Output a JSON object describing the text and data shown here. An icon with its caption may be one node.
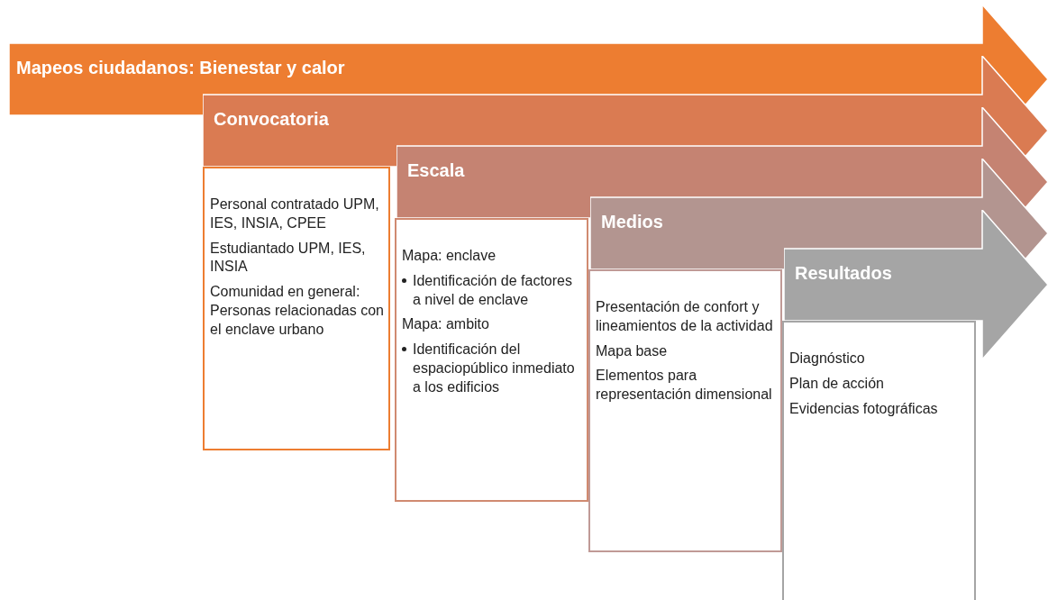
{
  "diagram": {
    "nodes": [
      {
        "text": [
          "Mapeos ciudadanos: Bienestar y calor"
        ]
      },
      {
        "text": [
          "Convocatoria"
        ]
      },
      {
        "text": [
          "Escala"
        ]
      },
      {
        "text": [
          "Medios"
        ]
      },
      {
        "text": [
          "Resultados"
        ]
      },
      {
        "text": [
          "Personal contratado UPM, IES, INSIA, CPEE",
          "Estudiantado UPM, IES, INSIA",
          "Comunidad en general: Personas relacionadas con el enclave urbano"
        ]
      },
      {
        "text": [
          "Mapa: enclave",
          "Identificación de factores a nivel de enclave",
          "Mapa: ambito",
          "Identificación del espaciopúblico inmediato a los edificios"
        ]
      },
      {
        "text": [
          "Presentación de confort y lineamientos de la actividad",
          "Mapa base",
          "Elementos para representación dimensional"
        ]
      },
      {
        "text": [
          "Diagnóstico",
          "Plan de acción",
          "Evidencias fotográficas"
        ]
      }
    ],
    "edges": []
  }
}
